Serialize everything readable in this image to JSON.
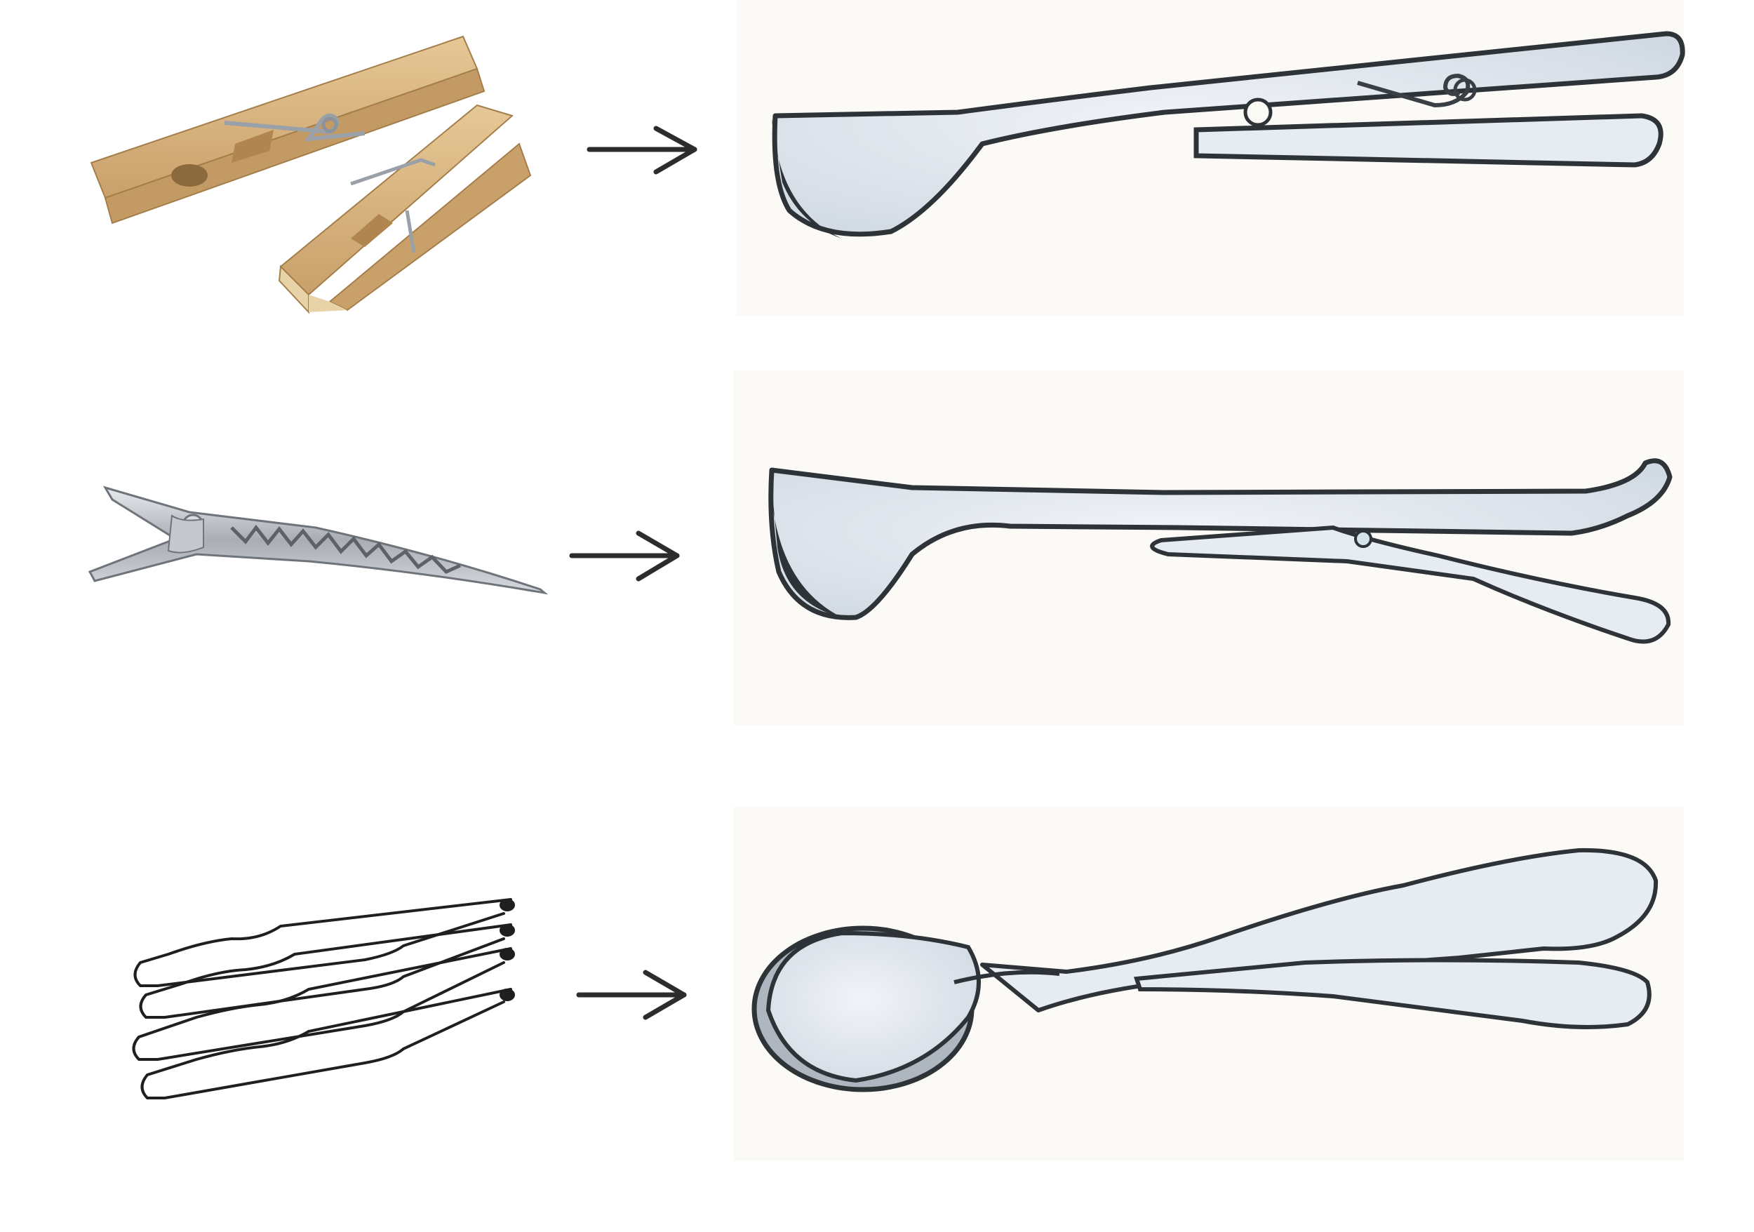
{
  "rows": [
    {
      "source_item": "clothespin",
      "target_item": "clothespin-spoon"
    },
    {
      "source_item": "alligator-clip",
      "target_item": "alligator-clip-spoon"
    },
    {
      "source_item": "hair-pins",
      "target_item": "hairpin-spoon"
    }
  ],
  "colors": {
    "background": "#ffffff",
    "panel": "#fcfaf6",
    "wood": "#d9b47c",
    "wood_dark": "#b8905a",
    "metal": "#b9bdc4",
    "metal_dark": "#6f747b",
    "spoon_fill": "#e3e9f0",
    "spoon_stroke": "#3a3f45",
    "arrow": "#2c2c2c"
  }
}
